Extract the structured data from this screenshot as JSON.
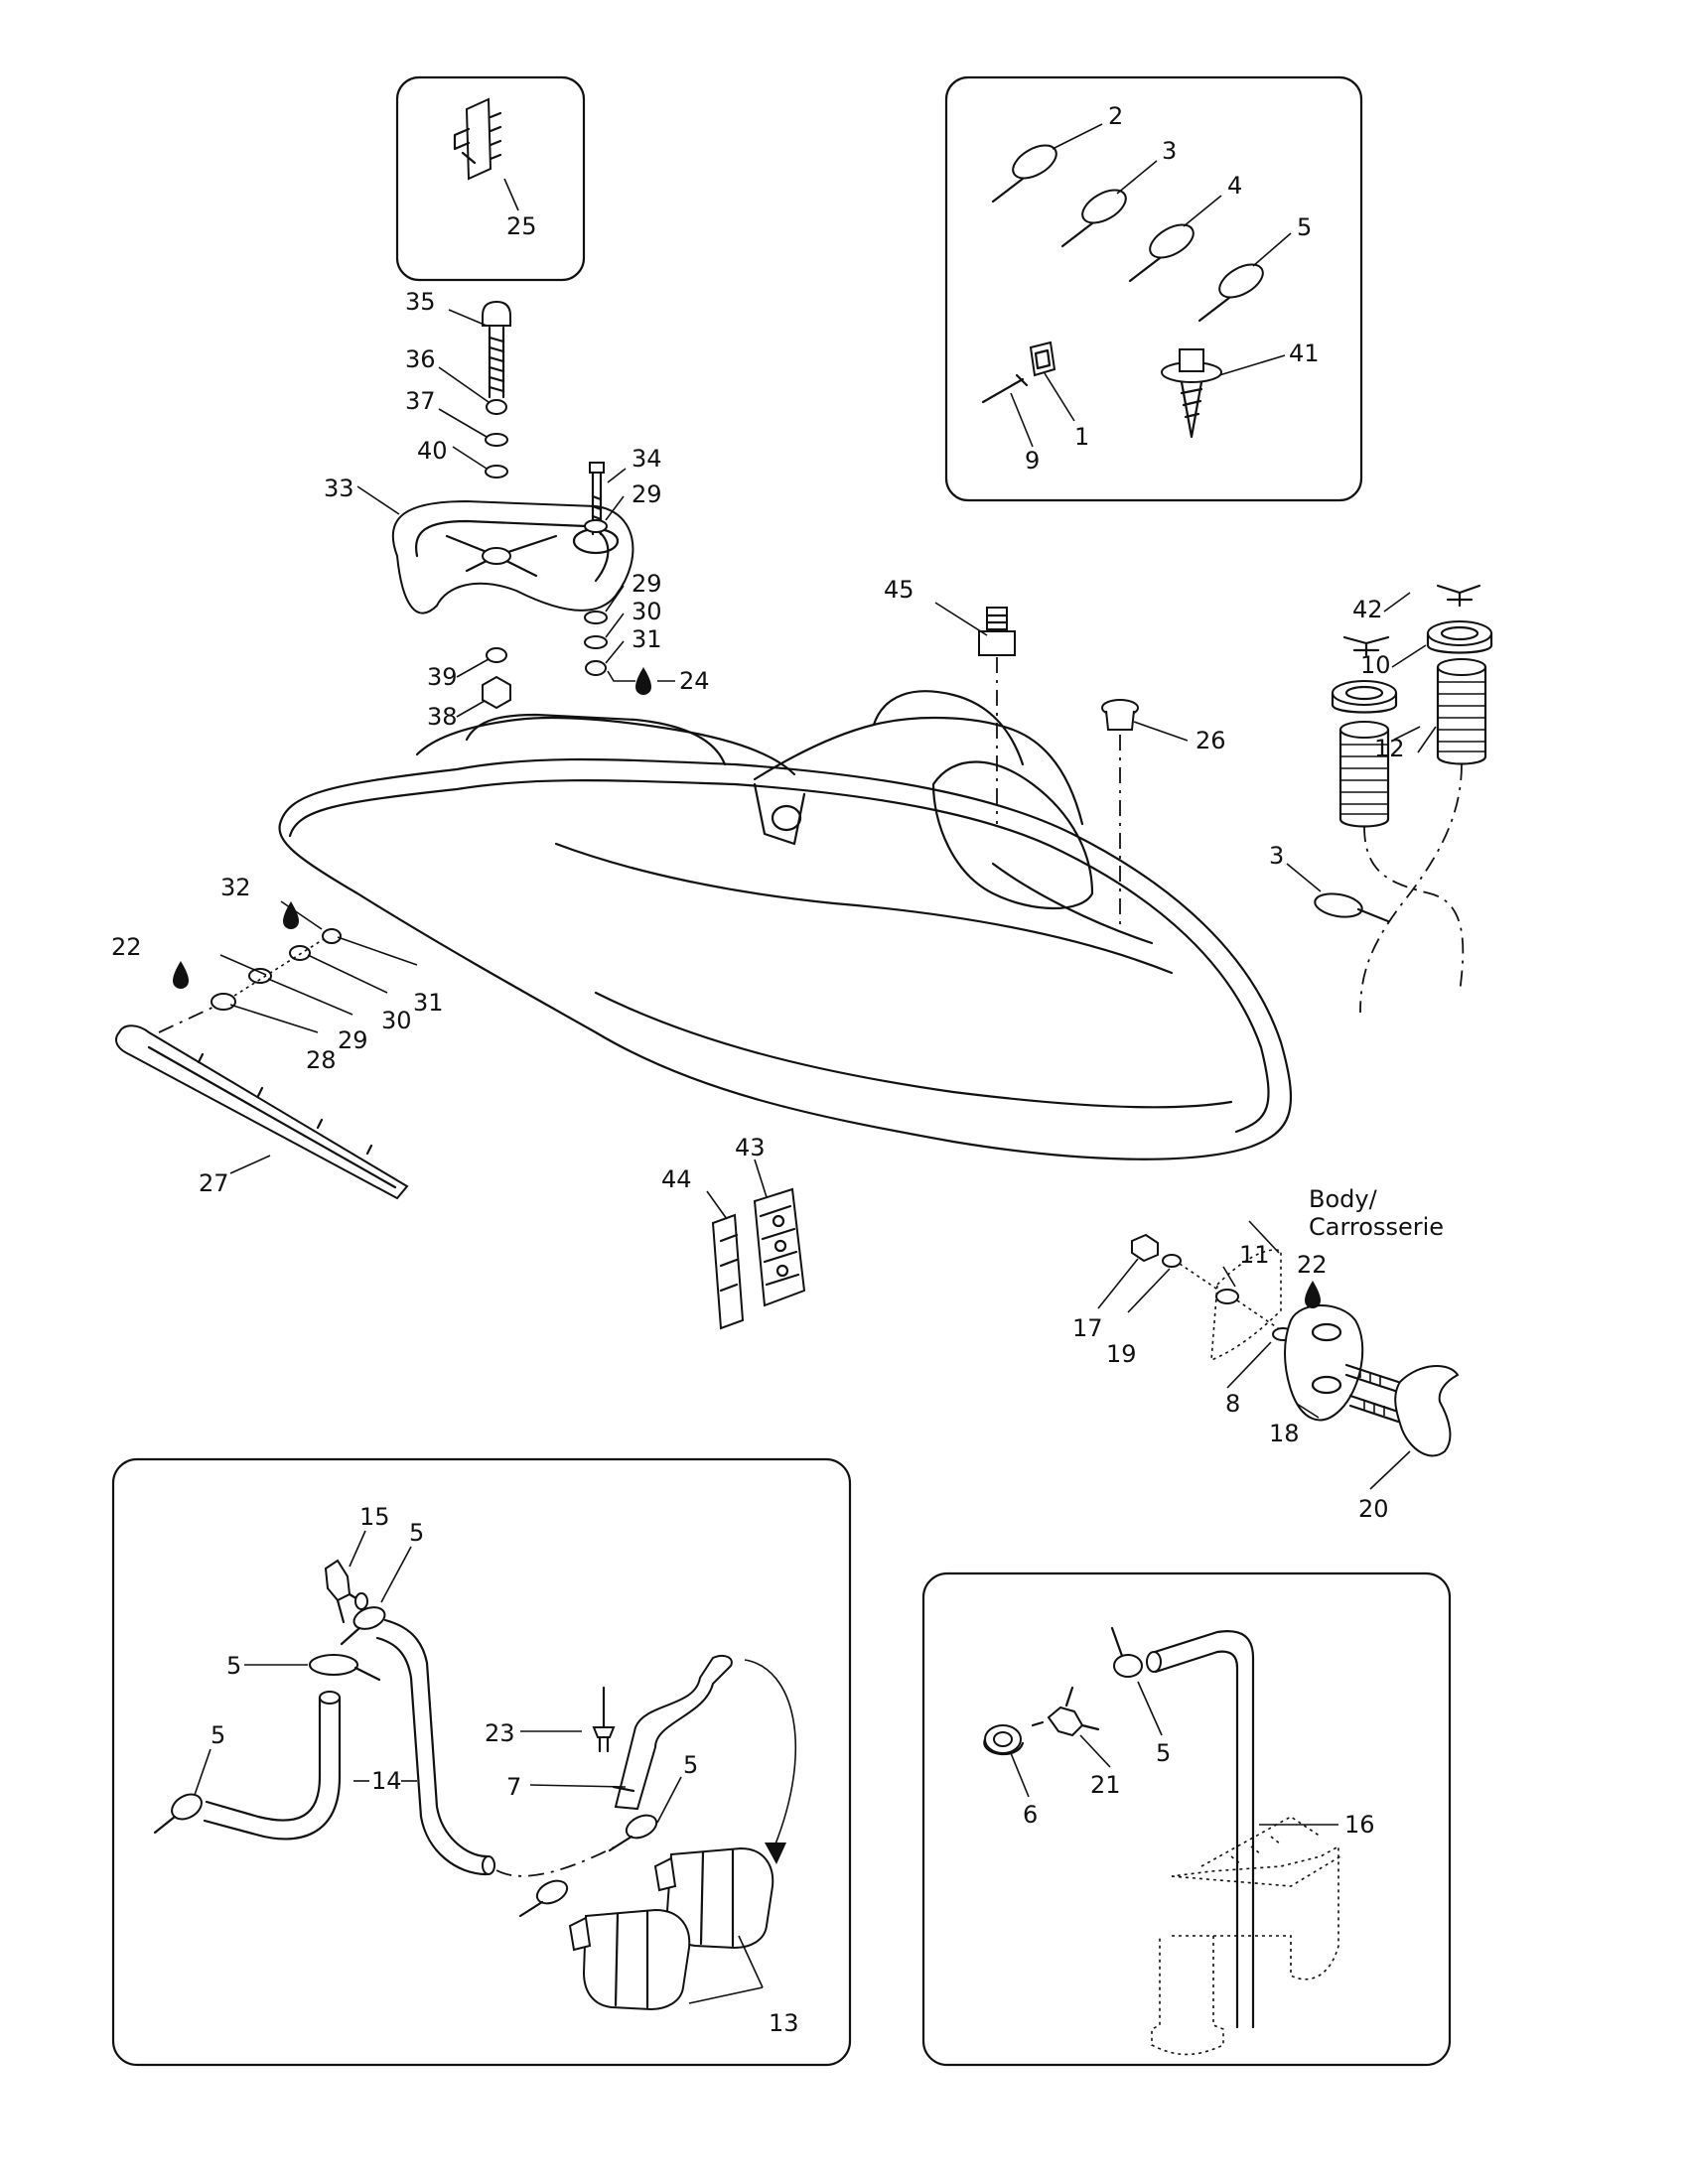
{
  "callouts": {
    "n1": "1",
    "n2": "2",
    "n3": "3",
    "n3b": "3",
    "n4": "4",
    "n5": "5",
    "n5b": "5",
    "n5c": "5",
    "n5d": "5",
    "n5e": "5",
    "n5f": "5",
    "n6": "6",
    "n7": "7",
    "n8": "8",
    "n9": "9",
    "n10": "10",
    "n11": "11",
    "n12": "12",
    "n13": "13",
    "n14": "14",
    "n15": "15",
    "n16": "16",
    "n17": "17",
    "n18": "18",
    "n19": "19",
    "n20": "20",
    "n21": "21",
    "n22": "22",
    "n22b": "22",
    "n23": "23",
    "n24": "24",
    "n25": "25",
    "n26": "26",
    "n27": "27",
    "n28": "28",
    "n29": "29",
    "n29b": "29",
    "n29c": "29",
    "n30": "30",
    "n30b": "30",
    "n31": "31",
    "n31b": "31",
    "n32": "32",
    "n33": "33",
    "n34": "34",
    "n35": "35",
    "n36": "36",
    "n37": "37",
    "n38": "38",
    "n39": "39",
    "n40": "40",
    "n41": "41",
    "n42": "42",
    "n43": "43",
    "n44": "44",
    "n45": "45"
  },
  "body_note": {
    "line1": "Body/",
    "line2": "Carrosserie"
  }
}
